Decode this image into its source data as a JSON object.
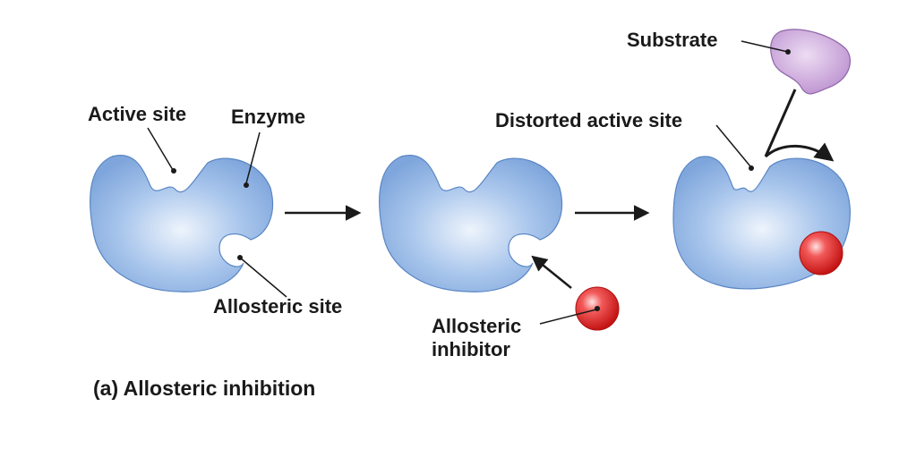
{
  "labels": {
    "active_site": "Active site",
    "enzyme": "Enzyme",
    "allosteric_site": "Allosteric site",
    "allosteric_inhibitor_line1": "Allosteric",
    "allosteric_inhibitor_line2": "inhibitor",
    "distorted_active_site": "Distorted active site",
    "substrate": "Substrate"
  },
  "caption": "(a) Allosteric inhibition",
  "colors": {
    "enzyme_fill": "#8fb4e3",
    "enzyme_highlight": "#e8f0fb",
    "enzyme_stroke": "#5a86c4",
    "substrate_fill": "#c9a3d8",
    "substrate_stroke": "#8e66a8",
    "inhibitor_fill": "#e52a2a",
    "inhibitor_highlight": "#ffd6d6",
    "arrow": "#1a1a1a"
  }
}
